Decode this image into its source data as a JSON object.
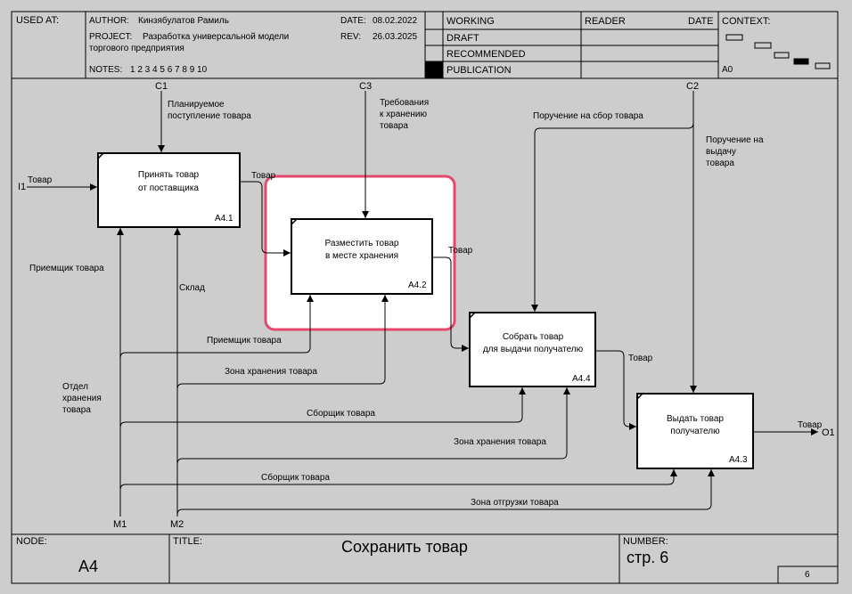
{
  "header": {
    "used_at_label": "USED AT:",
    "author_label": "AUTHOR:",
    "author_value": "Кинзябулатов Рамиль",
    "project_label": "PROJECT:",
    "project_value_line1": "Разработка универсальной модели",
    "project_value_line2": "торгового предприятия",
    "date_label": "DATE:",
    "date_value": "08.02.2022",
    "rev_label": "REV:",
    "rev_value": "26.03.2025",
    "notes_label": "NOTES:",
    "notes_value": "1 2 3 4 5 6 7 8 9 10",
    "status_items": [
      "WORKING",
      "DRAFT",
      "RECOMMENDED",
      "PUBLICATION"
    ],
    "reader_label": "READER",
    "reader_date_label": "DATE",
    "context_label": "CONTEXT:",
    "context_node": "A0"
  },
  "diagram": {
    "boxes": [
      {
        "id": "a41",
        "line1": "Принять товар",
        "line2": "от поставщика",
        "number": "A4.1"
      },
      {
        "id": "a42",
        "line1": "Разместить товар",
        "line2": "в месте хранения",
        "number": "A4.2"
      },
      {
        "id": "a44",
        "line1": "Собрать товар",
        "line2": "для выдачи получателю",
        "number": "A4.4"
      },
      {
        "id": "a43",
        "line1": "Выдать товар",
        "line2": "получателю",
        "number": "A4.3"
      }
    ],
    "tunnels": {
      "c1": "C1",
      "c3": "C3",
      "c2": "C2",
      "i1": "I1",
      "o1": "O1",
      "m1": "M1",
      "m2": "M2"
    },
    "labels": {
      "c1_line1": "Планируемое",
      "c1_line2": "поступление товара",
      "c3_line1": "Требования",
      "c3_line2": "к хранению",
      "c3_line3": "товара",
      "c2_order_collect": "Поручение на сбор товара",
      "c2_issue_line1": "Поручение на",
      "c2_issue_line2": "выдачу",
      "c2_issue_line3": "товара",
      "input_tovar": "Товар",
      "tovar_a41_out": "Товар",
      "tovar_a42_out": "Товар",
      "tovar_a44_out": "Товар",
      "tovar_a43_out": "Товар",
      "m_receiver1": "Приемщик товара",
      "m_warehouse": "Склад",
      "m_receiver2": "Приемщик товара",
      "m_storage_zone1": "Зона хранения товара",
      "m_dept_line1": "Отдел",
      "m_dept_line2": "хранения",
      "m_dept_line3": "товара",
      "m_picker1": "Сборщик товара",
      "m_storage_zone2": "Зона хранения товара",
      "m_picker2": "Сборщик товара",
      "m_shipping_zone": "Зона отгрузки товара"
    }
  },
  "footer": {
    "node_label": "NODE:",
    "node_value": "A4",
    "title_label": "TITLE:",
    "title_value": "Сохранить товар",
    "number_label": "NUMBER:",
    "number_value": "стр. 6",
    "page_number": "6"
  }
}
